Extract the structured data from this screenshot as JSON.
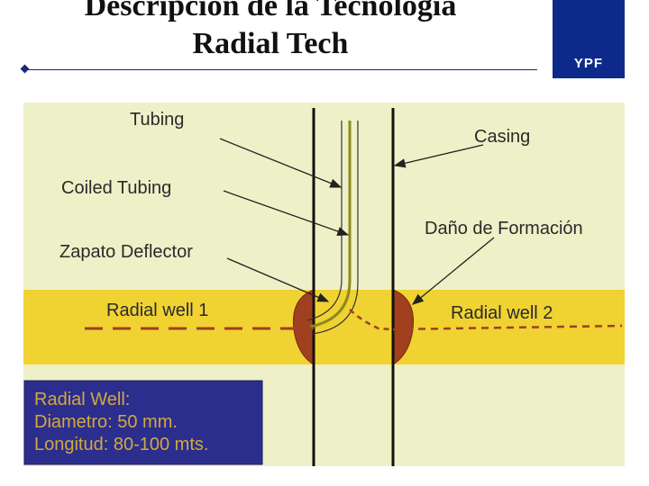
{
  "slide": {
    "title_line1": "Descripción de la Tecnología",
    "title_line2": "Radial Tech",
    "logo_text": "YPF"
  },
  "diagram": {
    "labels": {
      "tubing": "Tubing",
      "coiled_tubing": "Coiled Tubing",
      "zapato_deflector": "Zapato Deflector",
      "casing": "Casing",
      "dano_formacion": "Daño de Formación",
      "radial_well_1": "Radial well 1",
      "radial_well_2": "Radial well 2"
    },
    "legend": {
      "line1": "Radial Well:",
      "line2": "Diametro: 50 mm.",
      "line3": "Longitud: 80-100 mts."
    },
    "colors": {
      "background": "#eef0c8",
      "formation": "#f0d233",
      "damage": "#a0401e",
      "legend_box": "#2b2e8c",
      "legend_text": "#d4a840",
      "logo": "#0d2a8a"
    }
  }
}
